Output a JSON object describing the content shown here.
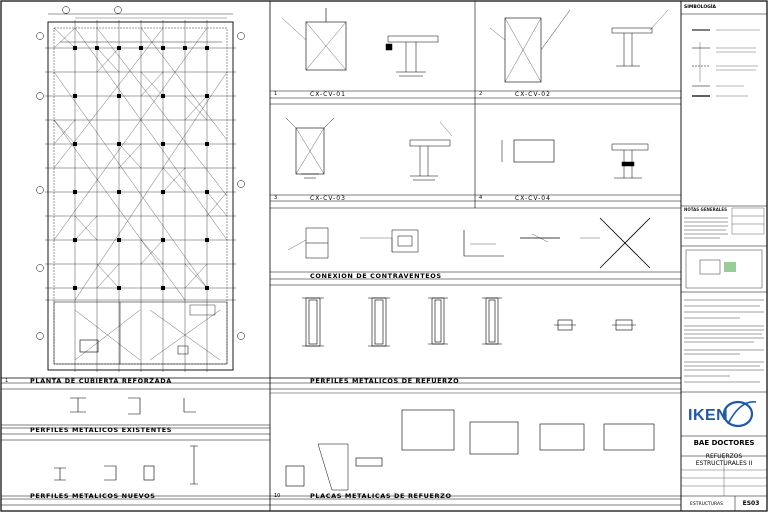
{
  "legend": {
    "heading": "SIMBOLOGÍA"
  },
  "details": {
    "d1": {
      "number": "1",
      "code": "CX-CV-01"
    },
    "d2": {
      "number": "2",
      "code": "CX-CV-02"
    },
    "d3": {
      "number": "3",
      "code": "CX-CV-03"
    },
    "d4": {
      "number": "4",
      "code": "CX-CV-04"
    }
  },
  "sections": {
    "plan": {
      "number": "1",
      "title": "PLANTA DE CUBIERTA REFORZADA"
    },
    "bracing": {
      "title": "CONEXION DE CONTRAVENTEOS"
    },
    "reinforcement_profiles": {
      "title": "PERFILES METALICOS DE REFUERZO"
    },
    "existing_profiles": {
      "title": "PERFILES METALICOS EXISTENTES"
    },
    "new_profiles": {
      "title": "PERFILES METALICOS NUEVOS"
    },
    "plates": {
      "number": "10",
      "title": "PLACAS METALICAS DE REFUERZO"
    }
  },
  "notes": {
    "general_heading": "NOTAS GENERALES"
  },
  "title_block": {
    "logo_text": "IKEN",
    "project": "BAE DOCTORES",
    "drawing_title_line1": "REFUERZOS",
    "drawing_title_line2": "ESTRUCTURALES II",
    "discipline": "ESTRUCTURAS",
    "sheet_number": "ES03"
  }
}
